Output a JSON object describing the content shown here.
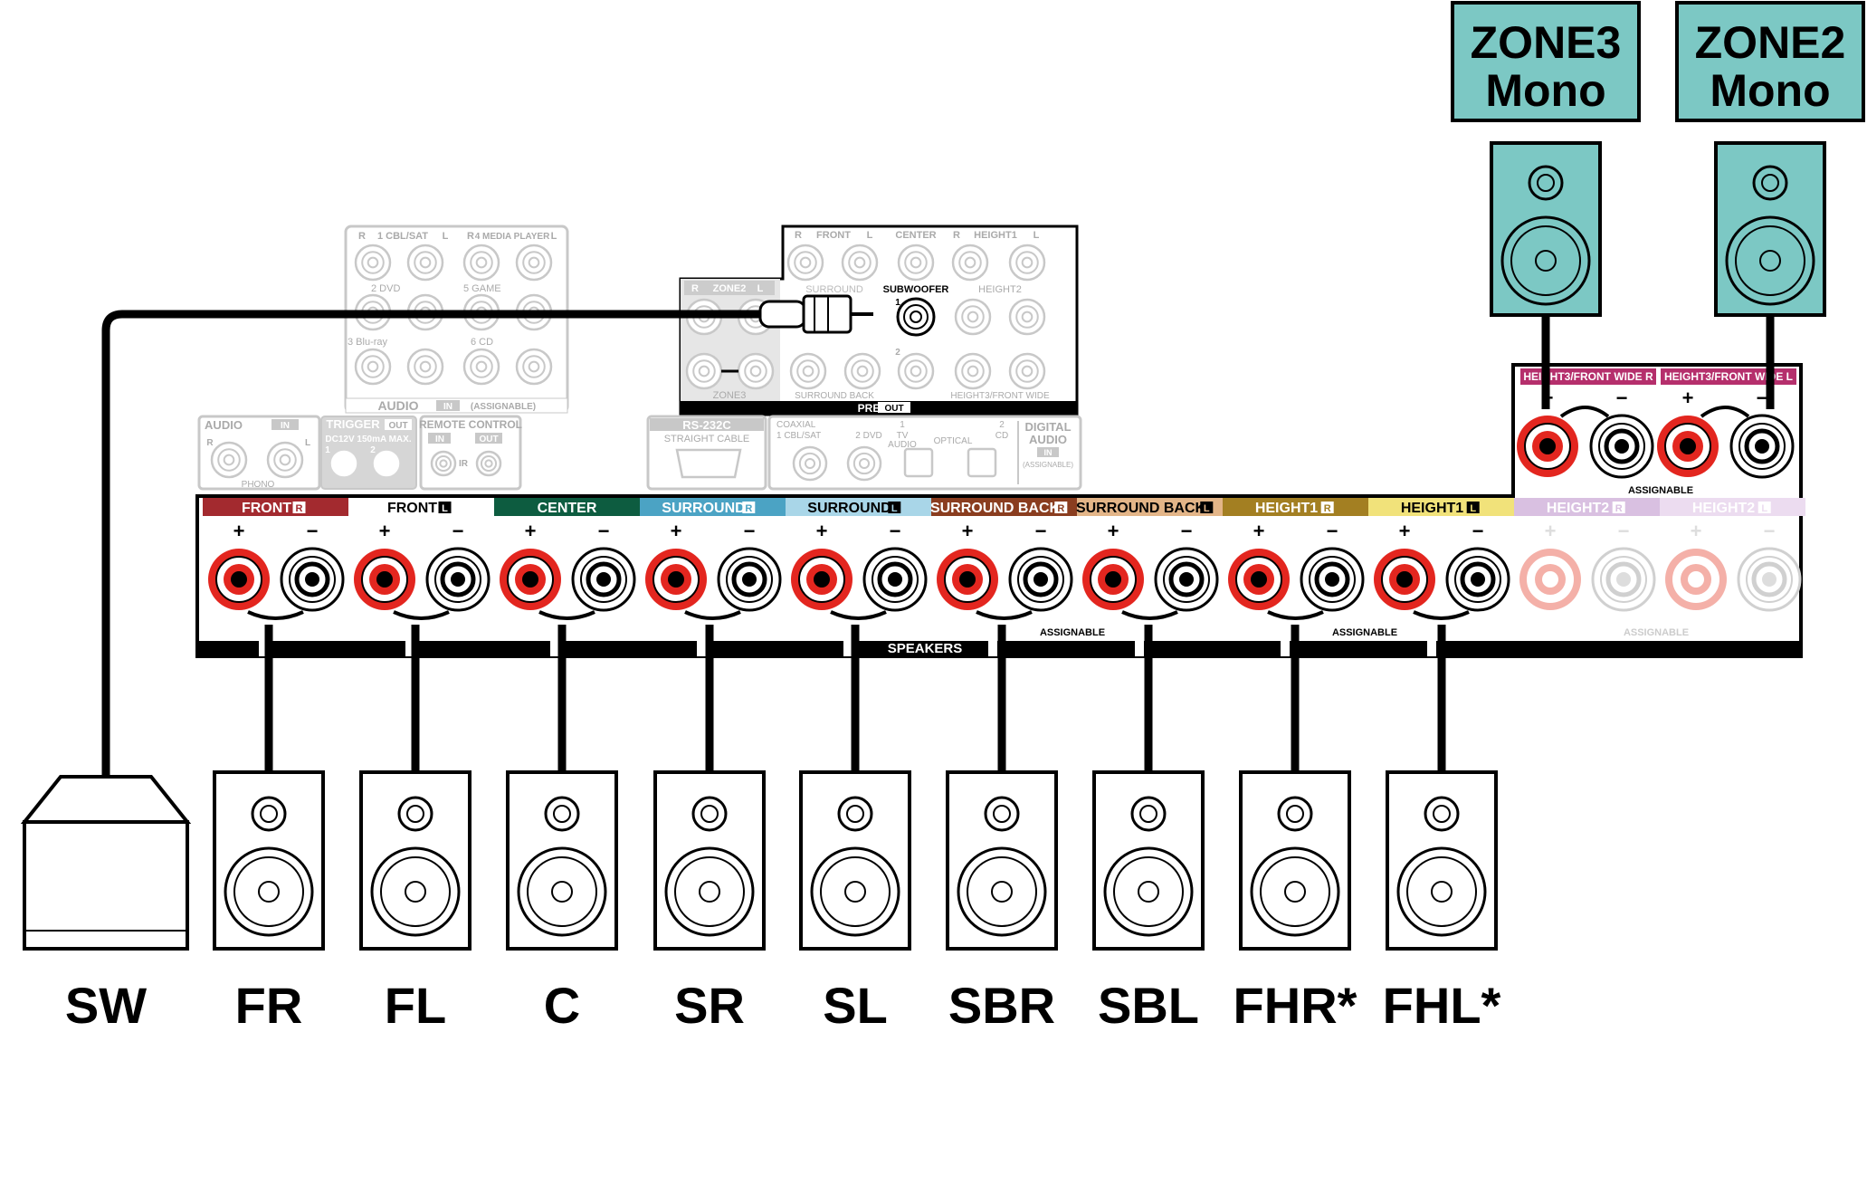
{
  "receiver": {
    "analog_in": {
      "title": "AUDIO",
      "in_badge": "IN",
      "assignable_note": "(ASSIGNABLE)",
      "labels": [
        "R",
        "1 CBL/SAT",
        "L",
        "R",
        "4 MEDIA PLAYER",
        "L",
        "2 DVD",
        "5 GAME",
        "3 Blu-ray",
        "6 CD"
      ]
    },
    "pre_out": {
      "title": "PRE",
      "out_badge": "OUT",
      "labels": [
        "R",
        "FRONT",
        "L",
        "CENTER",
        "R",
        "HEIGHT1",
        "L",
        "R",
        "ZONE2",
        "L",
        "SURROUND",
        "SUBWOOFER",
        "1",
        "2",
        "HEIGHT2",
        "ZONE3",
        "SURROUND BACK",
        "HEIGHT3/FRONT WIDE"
      ]
    },
    "phono": {
      "title": "AUDIO",
      "in_badge": "IN",
      "r": "R",
      "l": "L",
      "label": "PHONO"
    },
    "trigger": {
      "title": "TRIGGER",
      "out_badge": "OUT",
      "spec": "DC12V 150mA MAX.",
      "ports": [
        "1",
        "2"
      ]
    },
    "remote": {
      "title": "REMOTE CONTROL",
      "in_badge": "IN",
      "out_badge": "OUT",
      "ir": "IR"
    },
    "rs232c": {
      "title": "RS-232C",
      "subtitle": "STRAIGHT CABLE"
    },
    "digital_in": {
      "labels": [
        "COAXIAL",
        "1 CBL/SAT",
        "2 DVD",
        "1",
        "TV",
        "AUDIO",
        "OPTICAL",
        "2",
        "CD"
      ],
      "title": "DIGITAL AUDIO",
      "in_badge": "IN",
      "assignable_note": "(ASSIGNABLE)"
    },
    "speakers_label": "SPEAKERS",
    "assignable_label": "ASSIGNABLE",
    "polarity": [
      "+",
      "−"
    ],
    "terminals": [
      {
        "label": "FRONT",
        "side": "R",
        "color": "#a32a2f",
        "text_color": "#ffffff"
      },
      {
        "label": "FRONT",
        "side": "L",
        "color": "#ffffff",
        "text_color": "#000000"
      },
      {
        "label": "CENTER",
        "side": "",
        "color": "#0d5c40",
        "text_color": "#ffffff"
      },
      {
        "label": "SURROUND",
        "side": "R",
        "color": "#4ba3c4",
        "text_color": "#ffffff"
      },
      {
        "label": "SURROUND",
        "side": "L",
        "color": "#a9d6e8",
        "text_color": "#000000"
      },
      {
        "label": "SURROUND BACK",
        "side": "R",
        "color": "#8a3d1f",
        "text_color": "#ffffff"
      },
      {
        "label": "SURROUND BACK",
        "side": "L",
        "color": "#e3b588",
        "text_color": "#000000"
      },
      {
        "label": "HEIGHT1",
        "side": "R",
        "color": "#a37f22",
        "text_color": "#ffffff"
      },
      {
        "label": "HEIGHT1",
        "side": "L",
        "color": "#f1e27a",
        "text_color": "#000000"
      },
      {
        "label": "HEIGHT2",
        "side": "R",
        "color": "#d9c0e1",
        "text_color": "#ffffff"
      },
      {
        "label": "HEIGHT2",
        "side": "L",
        "color": "#ecdcf0",
        "text_color": "#ffffff"
      }
    ],
    "upper_terminals": [
      {
        "label": "HEIGHT3/FRONT WIDE",
        "side": "R",
        "color": "#b52f6c"
      },
      {
        "label": "HEIGHT3/FRONT WIDE",
        "side": "L",
        "color": "#b52f6c"
      }
    ]
  },
  "zones": [
    {
      "line1": "ZONE3",
      "line2": "Mono"
    },
    {
      "line1": "ZONE2",
      "line2": "Mono"
    }
  ],
  "speakers": [
    {
      "code": "SW",
      "kind": "subwoofer"
    },
    {
      "code": "FR",
      "kind": "speaker"
    },
    {
      "code": "FL",
      "kind": "speaker"
    },
    {
      "code": "C",
      "kind": "speaker"
    },
    {
      "code": "SR",
      "kind": "speaker"
    },
    {
      "code": "SL",
      "kind": "speaker"
    },
    {
      "code": "SBR",
      "kind": "speaker"
    },
    {
      "code": "SBL",
      "kind": "speaker"
    },
    {
      "code": "FHR*",
      "kind": "speaker"
    },
    {
      "code": "FHL*",
      "kind": "speaker"
    }
  ],
  "colors": {
    "zone_fill": "#7cc8c4",
    "plus_terminal": "#e3261f",
    "faded_panel": "#c8c8c8",
    "line": "#000000"
  }
}
